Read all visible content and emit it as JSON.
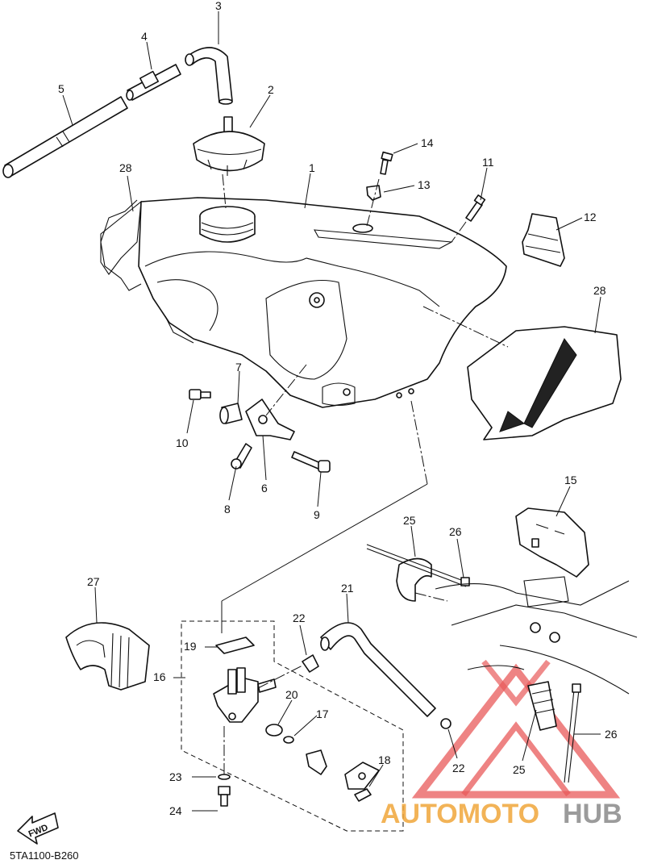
{
  "diagram_code": "5TA1100-B260",
  "fwd_label": "FWD",
  "watermark": {
    "part_a": "AUTOMOTO",
    "part_b": "HUB"
  },
  "callouts": {
    "c1": "1",
    "c2": "2",
    "c3": "3",
    "c4": "4",
    "c5": "5",
    "c6": "6",
    "c7": "7",
    "c8": "8",
    "c9": "9",
    "c10": "10",
    "c11": "11",
    "c12": "12",
    "c13": "13",
    "c14": "14",
    "c15": "15",
    "c16": "16",
    "c17": "17",
    "c18": "18",
    "c19": "19",
    "c20": "20",
    "c21": "21",
    "c22a": "22",
    "c22b": "22",
    "c23": "23",
    "c24": "24",
    "c25a": "25",
    "c25b": "25",
    "c26a": "26",
    "c26b": "26",
    "c27": "27",
    "c28a": "28",
    "c28b": "28"
  }
}
